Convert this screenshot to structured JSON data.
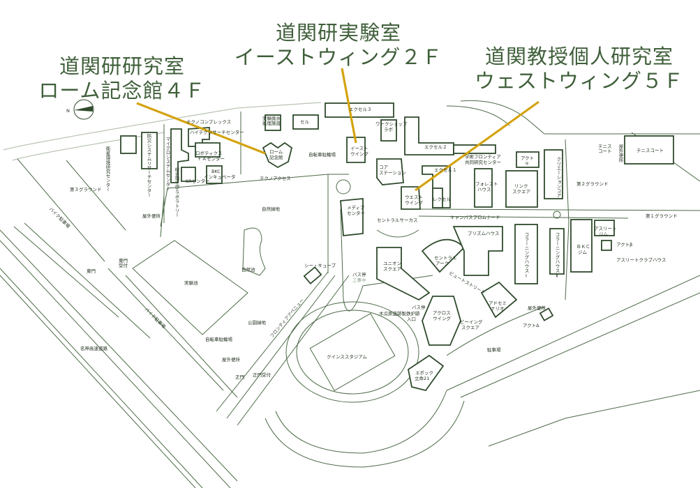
{
  "callouts": [
    {
      "line1": "道関研研究室",
      "line2": "ローム記念館４Ｆ"
    },
    {
      "line1": "道関研実験室",
      "line2": "イーストウィング２Ｆ"
    },
    {
      "line1": "道関教授個人研究室",
      "line2": "ウェストウィング５Ｆ"
    }
  ],
  "compass": {
    "label": "N"
  },
  "colors": {
    "callout_text": "#3f5f3a",
    "callout_line": "#d4a310",
    "map_line": "#2f4a2c"
  },
  "labels": {
    "techno_complex": "テクノコンプレックス",
    "hitech": "ハイテクリサーチセンター",
    "micro": "マイクロシステムセンター",
    "robotics1": "ロボティクス",
    "robotics2": "ＦＡセンター",
    "bkc_inc1": "BKC",
    "bkc_inc2": "インキュベータ",
    "sr": "SRセンター",
    "sogo": "総合理工学ラボラトリー",
    "bosai": "防災システムリサーチセンター",
    "eisei": "衛星環境研究センター",
    "ground3": "第３グラウンド",
    "toilet1": "屋外便所",
    "bike1": "バイク駐車場",
    "kankyo1": "実験廃水",
    "kankyo2": "処理施設",
    "cell": "セル",
    "excel3": "エクセル３",
    "workshop1": "ワークショップ",
    "workshop2": "ラボ",
    "rohm1": "ローム",
    "rohm2": "記念館",
    "bicycle1": "自転車駐輪場",
    "east1": "イースト",
    "east2": "ウイング",
    "excel2": "エクセル２",
    "core1": "コア",
    "core2": "ステーション",
    "excel1": "エクセル１",
    "frontier1": "学術フロンティア",
    "frontier2": "共同研究センター",
    "act_alpha1": "アクト",
    "act_alpha2": "α",
    "forest1": "フォレスト",
    "forest2": "ハウス",
    "link1": "リンク",
    "link2": "スクエア",
    "creation": "クリエーションコア",
    "ground2": "第２グラウンド",
    "tennis1a": "テニス",
    "tennis1b": "コート",
    "toilet2": "屋外便所",
    "tennis2": "テニスコート",
    "ground1": "第１グラウンド",
    "techno_access": "テクノアクセス",
    "west1": "ウエスト",
    "west2": "ウイング",
    "recell": "レクセル",
    "shizen": "自然緑地",
    "media1": "メディア",
    "media2": "センター",
    "central_circus": "セントラルサーカス",
    "promenade": "キャンパスプロムナード",
    "prism": "プリズムハウス",
    "colearning1": "コラーニングハウスⅠ",
    "colearning2": "コラーニングハウスⅡ",
    "bkcgym1": "ＢＫＣ",
    "bkcgym2": "ジム",
    "athlete_gym1": "アスリート",
    "athlete_gym2": "ジム",
    "act_beta": "アクトβ",
    "athlete_club": "アスリートクラブハウス",
    "union1": "ユニオン",
    "union2": "スクエア",
    "central_arc1": "セントラル",
    "central_arc2": "アーク",
    "beauty_street": "ビュートストリート",
    "adseminario1": "アドセミ",
    "adseminario2": "ナリオ",
    "east_gate": "東門",
    "east_gate_reception1": "東門",
    "east_gate_reception2": "受付",
    "shizen_ike": "自然池",
    "c_cube": "シー・キューブ",
    "jikken_ike": "実験池",
    "bike2": "バイク駐車場",
    "meishin": "名神高速道路",
    "koen": "公園緑地",
    "bicycle2": "自転車駐輪場",
    "toilet3": "屋外便所",
    "main_gate": "正門",
    "main_gate_reception": "正門受付",
    "frontier_avenue": "フロンティアアベニュー",
    "bus_stop1": "バス停",
    "under_construction": "工事中",
    "ruins1": "木瓜原遺跡製鉄炉跡",
    "ruins2": "入口",
    "bus_stop2": "バス停",
    "across1": "アクロス",
    "across2": "ウイング",
    "being1": "ビーイング",
    "being2": "スクエア",
    "toilet4": "屋外便所",
    "act_delta": "アクトΔ",
    "parking": "駐車場",
    "stadium": "クインススタジアム",
    "epoch1": "エポック",
    "epoch2": "立命21"
  }
}
